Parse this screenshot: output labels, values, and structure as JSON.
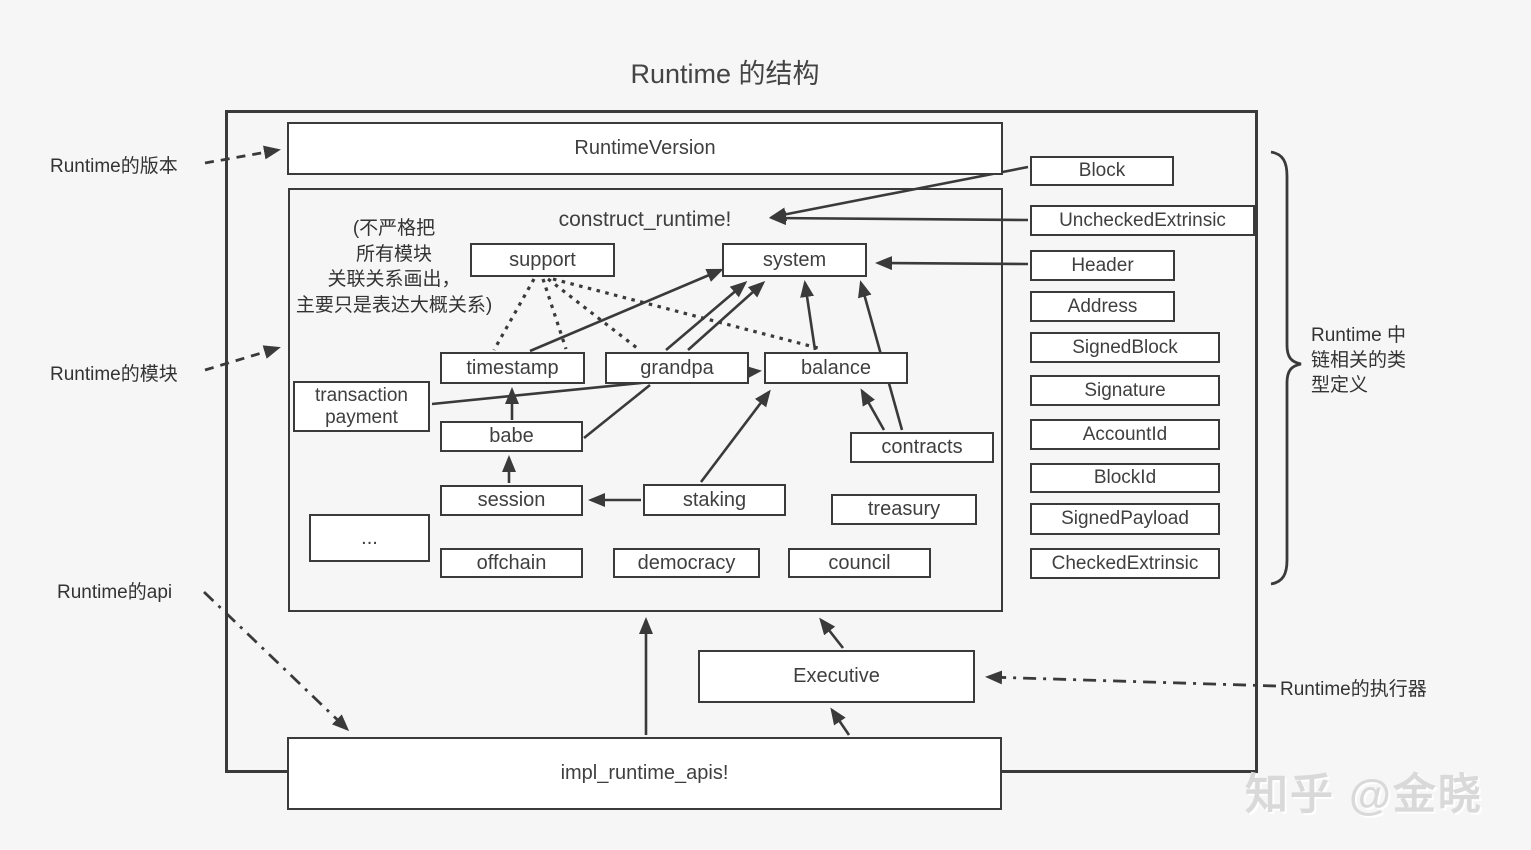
{
  "title": "Runtime 的结构",
  "watermark": "知乎 @金晓",
  "annotations": {
    "version_label": "Runtime的版本",
    "modules_label": "Runtime的模块",
    "api_label": "Runtime的api",
    "executor_label": "Runtime的执行器",
    "chain_types_label": "Runtime 中链相关的类型定义",
    "note_lines": [
      "(不严格把",
      "所有模块",
      "关联关系画出，",
      "主要只是表达大概关系)"
    ]
  },
  "diagram": {
    "runtime_version": "RuntimeVersion",
    "construct_runtime": "construct_runtime!",
    "impl_runtime_apis": "impl_runtime_apis!",
    "executive": "Executive",
    "modules": {
      "support": "support",
      "system": "system",
      "timestamp": "timestamp",
      "grandpa": "grandpa",
      "balance": "balance",
      "transaction_payment": "transaction payment",
      "babe": "babe",
      "contracts": "contracts",
      "session": "session",
      "staking": "staking",
      "treasury": "treasury",
      "ellipsis": "...",
      "offchain": "offchain",
      "democracy": "democracy",
      "council": "council"
    },
    "types": [
      "Block",
      "UncheckedExtrinsic",
      "Header",
      "Address",
      "SignedBlock",
      "Signature",
      "AccountId",
      "BlockId",
      "SignedPayload",
      "CheckedExtrinsic"
    ]
  },
  "colors": {
    "line": "#3a3a3a",
    "background": "#f6f6f7",
    "box_fill": "#ffffff",
    "text": "#3f3f3f",
    "watermark": "#d9d9d9"
  }
}
